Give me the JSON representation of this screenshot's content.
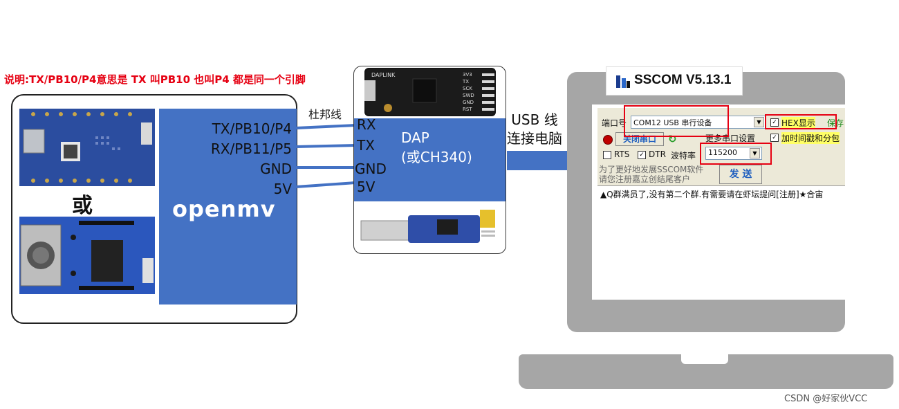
{
  "note": "说明:TX/PB10/P4意思是 TX 叫PB10 也叫P4  都是同一个引脚",
  "left_board": {
    "or_label": "或",
    "openmv_label": "openmv",
    "pins": [
      "TX/PB10/P4",
      "RX/PB11/P5",
      "GND",
      "5V"
    ]
  },
  "wire_label": "杜邦线",
  "dap": {
    "pins": [
      "RX",
      "TX",
      "GND",
      "5V"
    ],
    "title": "DAP",
    "subtitle": "(或CH340)",
    "daplink_silk": "DAPLINK",
    "pin_silk": [
      "3V3",
      "TX",
      "SCK",
      "SWD",
      "GND",
      "RST"
    ]
  },
  "usb_label": [
    "USB 线",
    "连接电脑"
  ],
  "sscom": {
    "title": "SSCOM V5.13.1",
    "port_label": "端口号",
    "port_value": "COM12 USB 串行设备",
    "hex_display": "HEX显示",
    "save": "保存",
    "close_port": "关闭串口",
    "more_settings": "更多串口设置",
    "timestamp": "加时间戳和分包",
    "rts": "RTS",
    "dtr": "DTR",
    "baud_label": "波特率",
    "baud_value": "115200",
    "promo_line1": "为了更好地发展SSCOM软件",
    "promo_line2": "请您注册嘉立创结尾客户",
    "send": "发 送",
    "marquee": "▲Q群满员了,没有第二个群.有需要请在虾坛提问[注册]★合宙"
  },
  "watermark": "CSDN @好家伙VCC",
  "colors": {
    "panel_blue": "#4472c4",
    "arrow_blue": "#4472c4",
    "highlight_red": "#e60012",
    "laptop_gray": "#a6a6a6"
  }
}
